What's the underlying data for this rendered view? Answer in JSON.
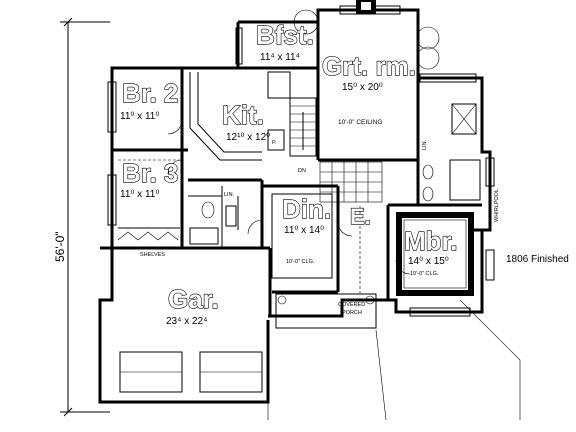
{
  "overall_dimension": "56'-0\"",
  "finished_area_text": "1806 Finished",
  "rooms": {
    "bfst": {
      "name": "Bfst.",
      "dims": "11⁴ x 11⁴"
    },
    "grtrm": {
      "name": "Grt. rm.",
      "dims": "15⁰ x 20⁰",
      "ceiling": "10'-0\" CEILING"
    },
    "br2": {
      "name": "Br. 2",
      "dims": "11⁰ x 11⁰"
    },
    "kit": {
      "name": "Kit.",
      "dims": "12¹⁰ x 12⁰"
    },
    "br3": {
      "name": "Br. 3",
      "dims": "11⁰ x 11⁰"
    },
    "din": {
      "name": "Din.",
      "dims": "11⁰ x 14⁰",
      "ceiling": "10'-0\" CLG."
    },
    "entry": {
      "name": "E."
    },
    "mbr": {
      "name": "Mbr.",
      "dims": "14⁰ x 15⁰",
      "ceiling": "10'-0\" CLG."
    },
    "gar": {
      "name": "Gar.",
      "dims": "23⁴ x 22⁴"
    }
  },
  "labels": {
    "shelves": "SHELVES",
    "covered_porch_1": "COVERED",
    "covered_porch_2": "PORCH",
    "whirlpool": "WHIRLPOOL",
    "dn": "DN",
    "pantry": "P.",
    "linen": "LIN.",
    "linen2": "LIN."
  }
}
